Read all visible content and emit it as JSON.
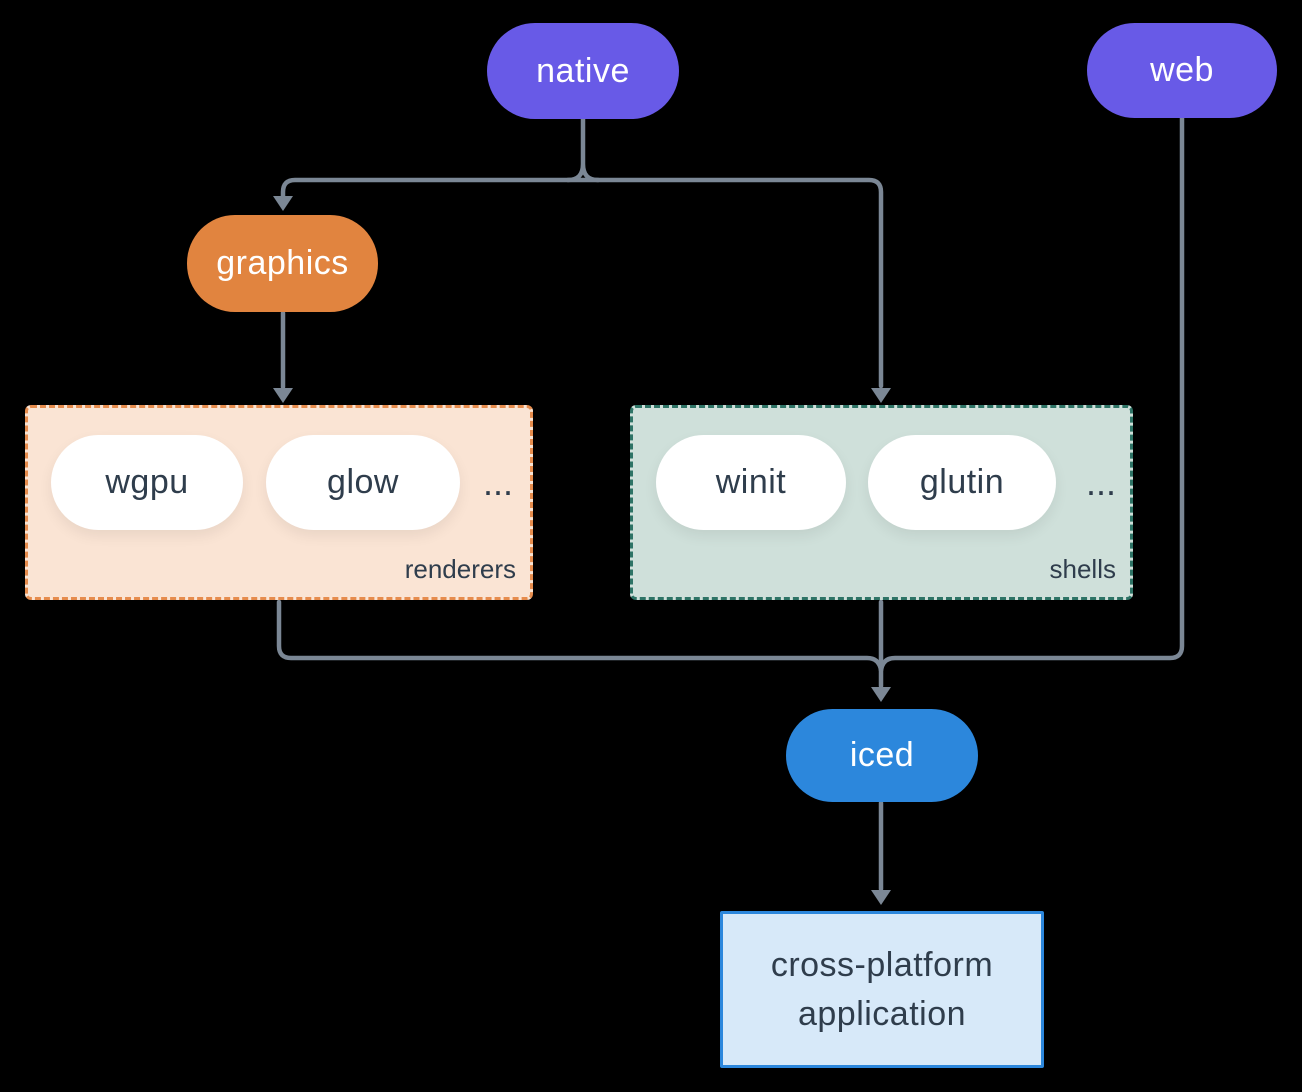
{
  "colors": {
    "background": "#000000",
    "purple": "#685AE7",
    "orange": "#E1843F",
    "blue": "#2C87DC",
    "peach-bg": "#FAE4D4",
    "orange-dash": "#E68C4D",
    "sage-bg": "#CFE0DA",
    "teal-dash": "#2E7466",
    "light-blue-bg": "#D7E9F9",
    "dark-text": "#2F3D4C",
    "line": "#7B8795",
    "white": "#FFFFFF"
  },
  "nodes": {
    "native": "native",
    "web": "web",
    "graphics": "graphics",
    "wgpu": "wgpu",
    "glow": "glow",
    "winit": "winit",
    "glutin": "glutin",
    "iced": "iced"
  },
  "groups": {
    "renderers": {
      "label": "renderers",
      "ellipsis": "..."
    },
    "shells": {
      "label": "shells",
      "ellipsis": "..."
    }
  },
  "application": {
    "line1": "cross-platform",
    "line2": "application"
  },
  "edges": [
    {
      "from": "native",
      "to": "graphics"
    },
    {
      "from": "native",
      "to": "shells"
    },
    {
      "from": "graphics",
      "to": "renderers"
    },
    {
      "from": "renderers",
      "to": "iced"
    },
    {
      "from": "shells",
      "to": "iced"
    },
    {
      "from": "web",
      "to": "iced"
    },
    {
      "from": "iced",
      "to": "cross-platform application"
    }
  ]
}
